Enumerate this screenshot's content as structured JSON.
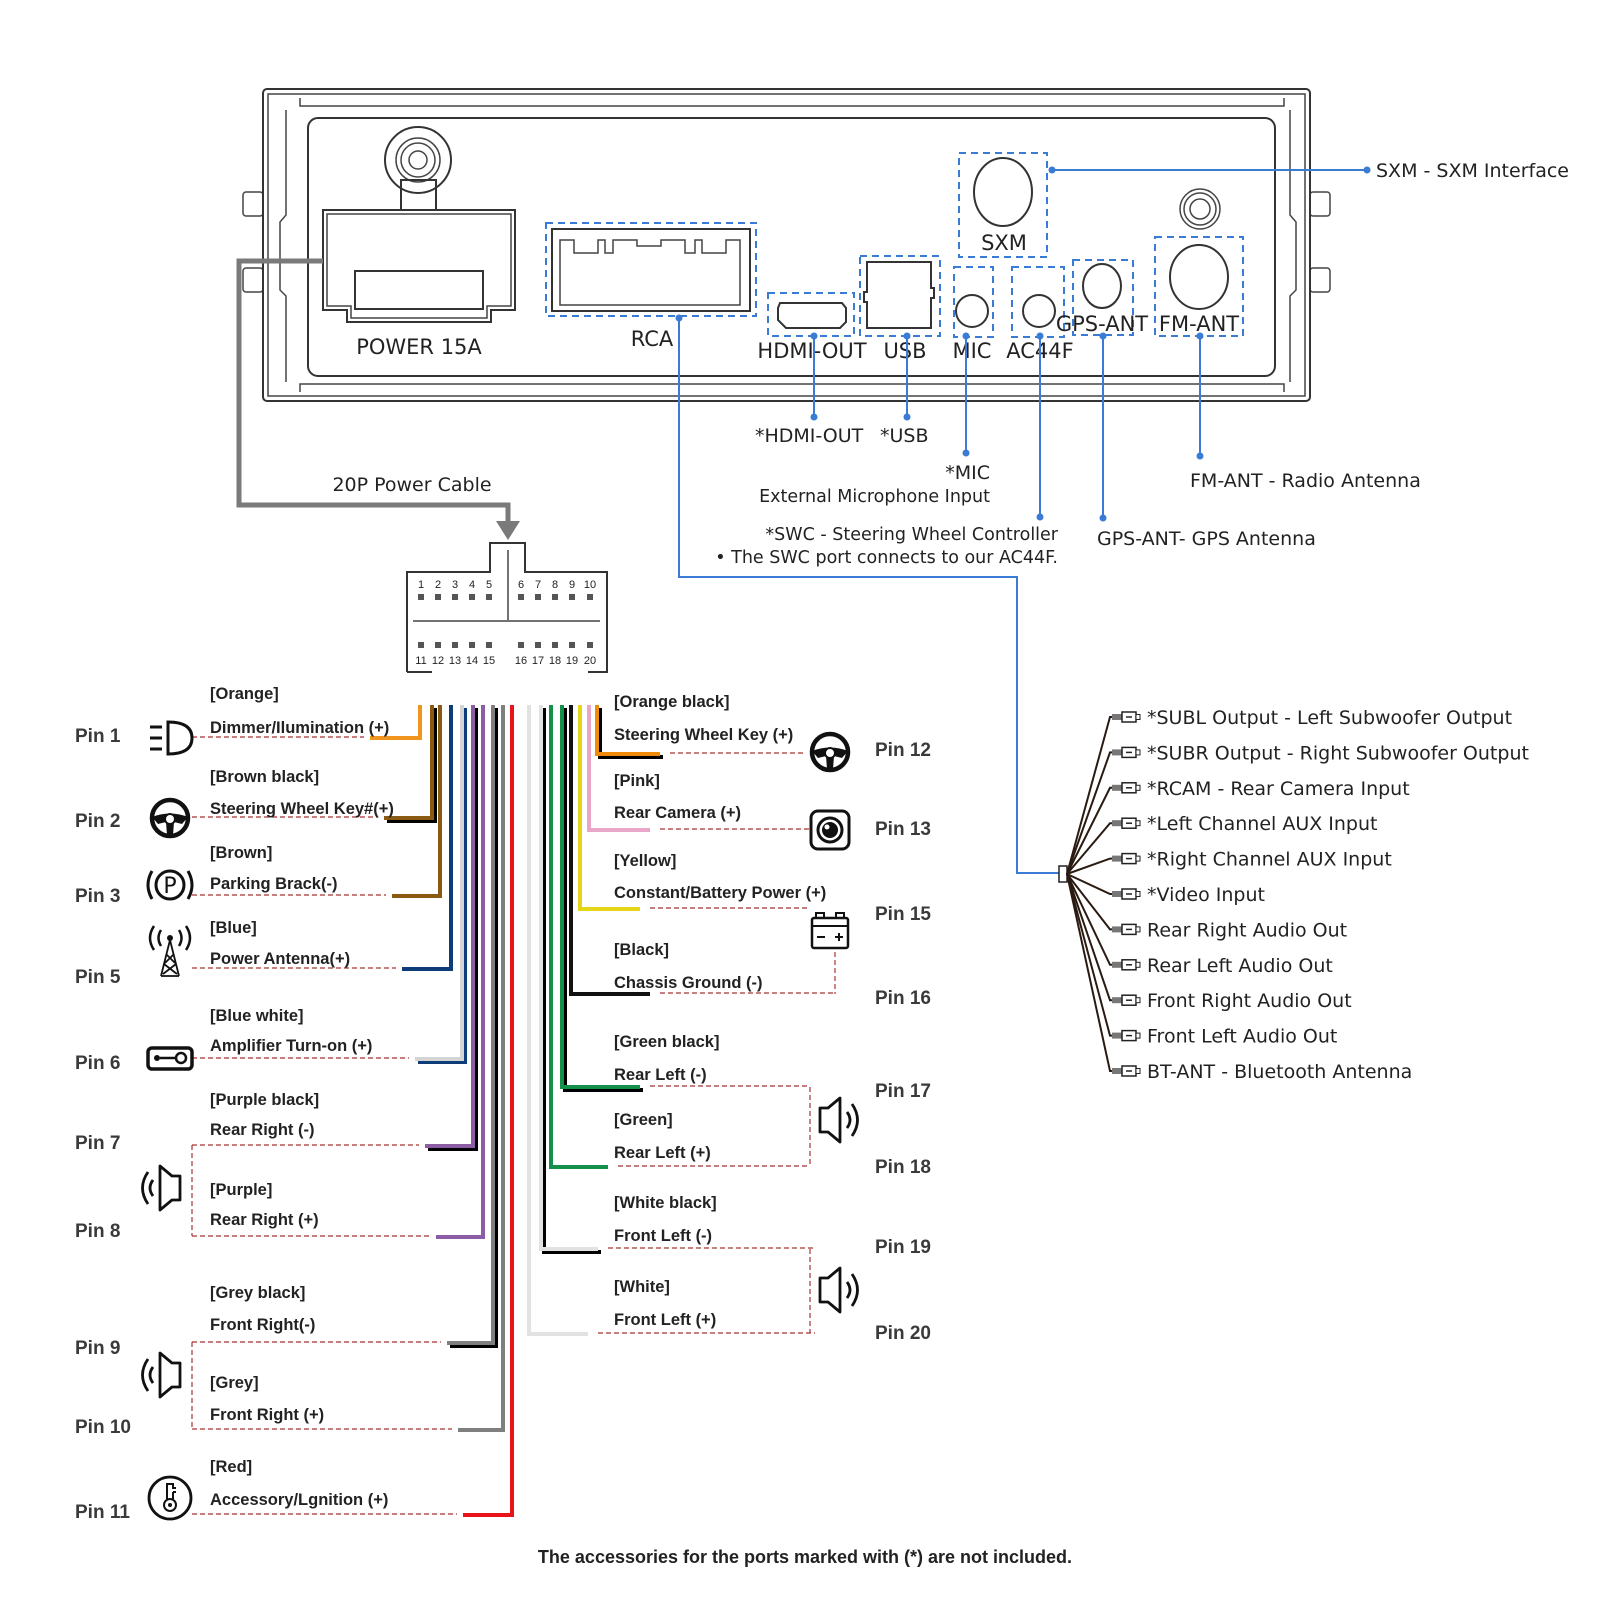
{
  "device": {
    "ports": [
      {
        "id": "power",
        "label": "POWER 15A"
      },
      {
        "id": "rca",
        "label": "RCA"
      },
      {
        "id": "hdmi",
        "label": "HDMI-OUT"
      },
      {
        "id": "usb",
        "label": "USB"
      },
      {
        "id": "mic",
        "label": "MIC"
      },
      {
        "id": "ac44f",
        "label": "AC44F"
      },
      {
        "id": "sxm",
        "label": "SXM"
      },
      {
        "id": "gps",
        "label": "GPS-ANT"
      },
      {
        "id": "fm",
        "label": "FM-ANT"
      }
    ]
  },
  "annotations": {
    "sxm": "SXM - SXM Interface",
    "hdmi": "*HDMI-OUT",
    "usb": "*USB",
    "mic_title": "*MIC",
    "mic_desc": "External Microphone Input",
    "swc_title": "*SWC - Steering Wheel Controller",
    "swc_note": "• The SWC port connects to our AC44F.",
    "fm": "FM-ANT - Radio Antenna",
    "gps": "GPS-ANT- GPS Antenna",
    "power_cable": "20P Power Cable"
  },
  "connector": {
    "top_row": [
      "1",
      "2",
      "3",
      "4",
      "5",
      "6",
      "7",
      "8",
      "9",
      "10"
    ],
    "bottom_row": [
      "11",
      "12",
      "13",
      "14",
      "15",
      "16",
      "17",
      "18",
      "19",
      "20"
    ]
  },
  "left_pins": [
    {
      "pin": "Pin 1",
      "color_name": "[Orange]",
      "function": "Dimmer/Ilumination (+)",
      "icon": "headlight-icon",
      "wire": "#f0961e",
      "stripe": null
    },
    {
      "pin": "Pin 2",
      "color_name": "[Brown black]",
      "function": "Steering Wheel Key#(+)",
      "icon": "steering-wheel-icon",
      "wire": "#8b5a12",
      "stripe": "#000000"
    },
    {
      "pin": "Pin 3",
      "color_name": "[Brown]",
      "function": "Parking Brack(-)",
      "icon": "parking-brake-icon",
      "wire": "#8b5a12",
      "stripe": null
    },
    {
      "pin": "Pin 5",
      "color_name": "[Blue]",
      "function": "Power Antenna(+)",
      "icon": "antenna-tower-icon",
      "wire": "#0d3c78",
      "stripe": null
    },
    {
      "pin": "Pin 6",
      "color_name": "[Blue white]",
      "function": "Amplifier Turn-on (+)",
      "icon": "amplifier-icon",
      "wire": "#d4d4d4",
      "stripe": "#0d3c78"
    },
    {
      "pin": "Pin 7",
      "color_name": "[Purple black]",
      "function": "Rear Right (-)",
      "icon": "speaker-icon",
      "wire": "#8c5ca4",
      "stripe": "#000000"
    },
    {
      "pin": "Pin 8",
      "color_name": "[Purple]",
      "function": "Rear Right (+)",
      "icon": "",
      "wire": "#8c5ca4",
      "stripe": null
    },
    {
      "pin": "Pin 9",
      "color_name": "[Grey black]",
      "function": "Front Right(-)",
      "icon": "speaker-icon",
      "wire": "#7f7f7f",
      "stripe": "#000000"
    },
    {
      "pin": "Pin 10",
      "color_name": "[Grey]",
      "function": "Front Right (+)",
      "icon": "",
      "wire": "#7f7f7f",
      "stripe": null
    },
    {
      "pin": "Pin 11",
      "color_name": "[Red]",
      "function": "Accessory/Lgnition (+)",
      "icon": "ignition-key-icon",
      "wire": "#e8141a",
      "stripe": null
    }
  ],
  "right_pins": [
    {
      "pin": "Pin 12",
      "color_name": "[Orange black]",
      "function": "Steering Wheel Key (+)",
      "icon": "steering-wheel-icon",
      "wire": "#f08a0a",
      "stripe": "#000000"
    },
    {
      "pin": "Pin 13",
      "color_name": "[Pink]",
      "function": "Rear Camera (+)",
      "icon": "camera-icon",
      "wire": "#e8a6c8",
      "stripe": null
    },
    {
      "pin": "Pin 15",
      "color_name": "[Yellow]",
      "function": "Constant/Battery Power (+)",
      "icon": "battery-icon",
      "wire": "#e6d619",
      "stripe": null
    },
    {
      "pin": "Pin 16",
      "color_name": "[Black]",
      "function": "Chassis Ground (-)",
      "icon": "",
      "wire": "#111111",
      "stripe": null
    },
    {
      "pin": "Pin 17",
      "color_name": "[Green black]",
      "function": "Rear Left (-)",
      "icon": "speaker-icon",
      "wire": "#13904a",
      "stripe": "#000000"
    },
    {
      "pin": "Pin 18",
      "color_name": "[Green]",
      "function": "Rear Left (+)",
      "icon": "",
      "wire": "#13904a",
      "stripe": null
    },
    {
      "pin": "Pin 19",
      "color_name": "[White black]",
      "function": "Front Left (-)",
      "icon": "speaker-icon",
      "wire": "#e2e2e2",
      "stripe": "#000000"
    },
    {
      "pin": "Pin 20",
      "color_name": "[White]",
      "function": "Front Left (+)",
      "icon": "",
      "wire": "#e2e2e2",
      "stripe": null
    }
  ],
  "rca_harness": [
    "*SUBL Output - Left Subwoofer Output",
    "*SUBR Output - Right Subwoofer Output",
    "*RCAM - Rear Camera Input",
    "*Left Channel AUX Input",
    "*Right Channel AUX Input",
    "*Video Input",
    "Rear Right Audio Out",
    "Rear Left Audio Out",
    "Front Right Audio Out",
    "Front Left Audio Out",
    "BT-ANT - Bluetooth Antenna"
  ],
  "footer": "The accessories for the ports marked with (*) are not included.",
  "colors": {
    "callout_blue": "#3a7bd5",
    "leader_red": "#a33333",
    "cable_grey": "#7a7a7a"
  }
}
